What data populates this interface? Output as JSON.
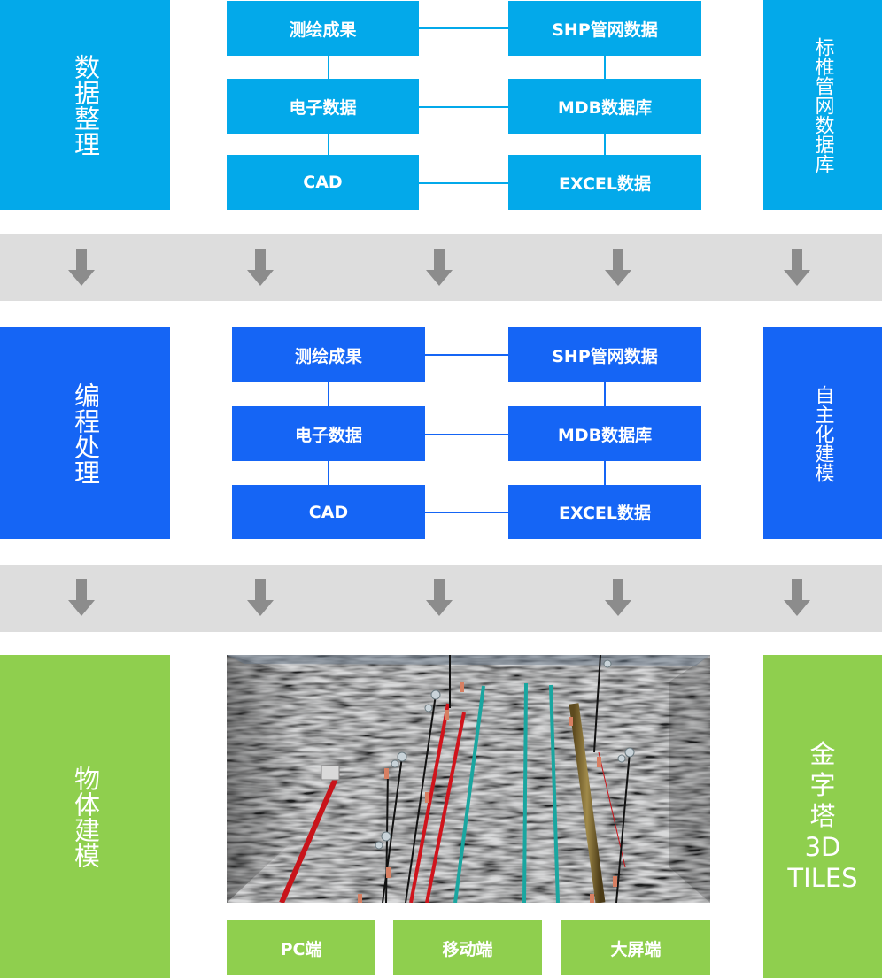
{
  "row1": {
    "left_label": "数据整理",
    "right_label": "标椎管网数据库",
    "left_col": [
      "测绘成果",
      "电子数据",
      "CAD"
    ],
    "right_col": [
      "SHP管网数据",
      "MDB数据库",
      "EXCEL数据"
    ]
  },
  "row2": {
    "left_label": "编程处理",
    "right_label": "自主化建模",
    "left_col": [
      "测绘成果",
      "电子数据",
      "CAD"
    ],
    "right_col": [
      "SHP管网数据",
      "MDB数据库",
      "EXCEL数据"
    ]
  },
  "row3": {
    "left_label": "物体建模",
    "right_label_lines": [
      "金",
      "字",
      "塔",
      "3D",
      "TILES"
    ],
    "outputs": [
      "PC端",
      "移动端",
      "大屏端"
    ]
  },
  "colors": {
    "cyan": "#03a9ea",
    "blue": "#1565f5",
    "green": "#8fcf4e",
    "band": "#dddddd",
    "arrow": "#8c8c8c"
  }
}
